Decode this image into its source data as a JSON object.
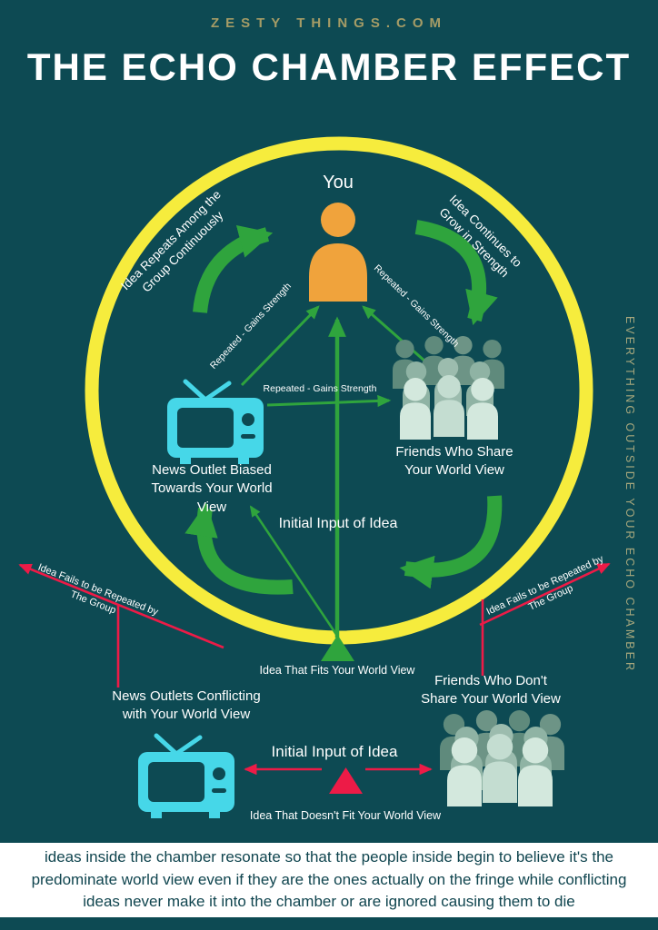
{
  "colors": {
    "background": "#0d4a53",
    "ring_yellow": "#f6ec3d",
    "arrow_green": "#2fa43d",
    "accent_red": "#ed1b47",
    "person_orange": "#f0a33c",
    "tv_cyan": "#46d7e8",
    "site_gold": "#a59c66",
    "crowd_dark": "#5f8a7c",
    "crowd_mid": "#8fb3a4",
    "crowd_light": "#d3e8dd"
  },
  "header": {
    "site_name": "ZESTY THINGS.COM",
    "title": "THE ECHO CHAMBER EFFECT"
  },
  "chamber": {
    "you_label": "You",
    "cycle_left_label": "Idea Repeats Among the\nGroup Continuously",
    "cycle_right_label": "Idea Continues to\nGrow in Strength",
    "arrow_tv_to_you": "Repeated - Gains Strength",
    "arrow_friends_to_you": "Repeated - Gains Strength",
    "arrow_tv_to_friends": "Repeated - Gains Strength",
    "news_label": "News Outlet Biased\nTowards Your World\nView",
    "friends_label": "Friends Who Share\nYour World View",
    "initial_input_label": "Initial Input of Idea",
    "idea_fits_label": "Idea That Fits Your World View"
  },
  "outside": {
    "side_label": "EVERYTHING OUTSIDE YOUR ECHO CHAMBER",
    "fails_left_label": "Idea Fails to be Repeated by\nThe Group",
    "fails_right_label": "Idea Fails to be Repeated by\nThe Group",
    "news_label": "News Outlets Conflicting\nwith Your World View",
    "friends_label": "Friends Who Don't\nShare Your World View",
    "initial_input_label": "Initial Input of Idea",
    "idea_doesnt_fit_label": "Idea That Doesn't Fit Your World View"
  },
  "footer": {
    "text": "ideas inside the chamber resonate so that the people inside begin to believe it's the predominate world view even if they are the ones actually on the fringe while conflicting ideas never make it into the chamber or are ignored causing them to die"
  }
}
